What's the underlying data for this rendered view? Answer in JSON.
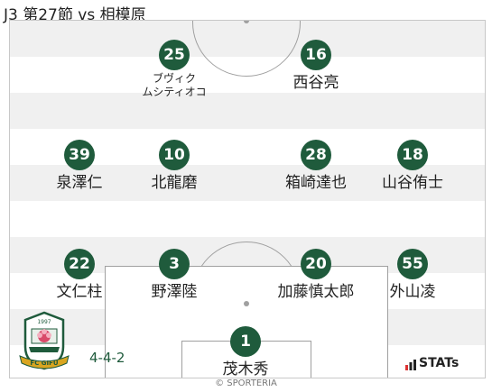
{
  "header": {
    "title": "J3 第27節 vs 相模原"
  },
  "team": {
    "formation": "4-4-2",
    "accent": "#1f5b3c",
    "logo_text": "FC GIFU",
    "logo_year": "1997"
  },
  "branding": {
    "stats_label": "STATs",
    "credit": "© SPORTERIA"
  },
  "players": [
    {
      "number": "25",
      "name": "ブヴィク\nムシティオコ"
    },
    {
      "number": "16",
      "name": "西谷亮"
    },
    {
      "number": "39",
      "name": "泉澤仁"
    },
    {
      "number": "10",
      "name": "北龍磨"
    },
    {
      "number": "28",
      "name": "箱崎達也"
    },
    {
      "number": "18",
      "name": "山谷侑士"
    },
    {
      "number": "22",
      "name": "文仁柱"
    },
    {
      "number": "3",
      "name": "野澤陸"
    },
    {
      "number": "20",
      "name": "加藤慎太郎"
    },
    {
      "number": "55",
      "name": "外山凌"
    },
    {
      "number": "1",
      "name": "茂木秀"
    }
  ]
}
